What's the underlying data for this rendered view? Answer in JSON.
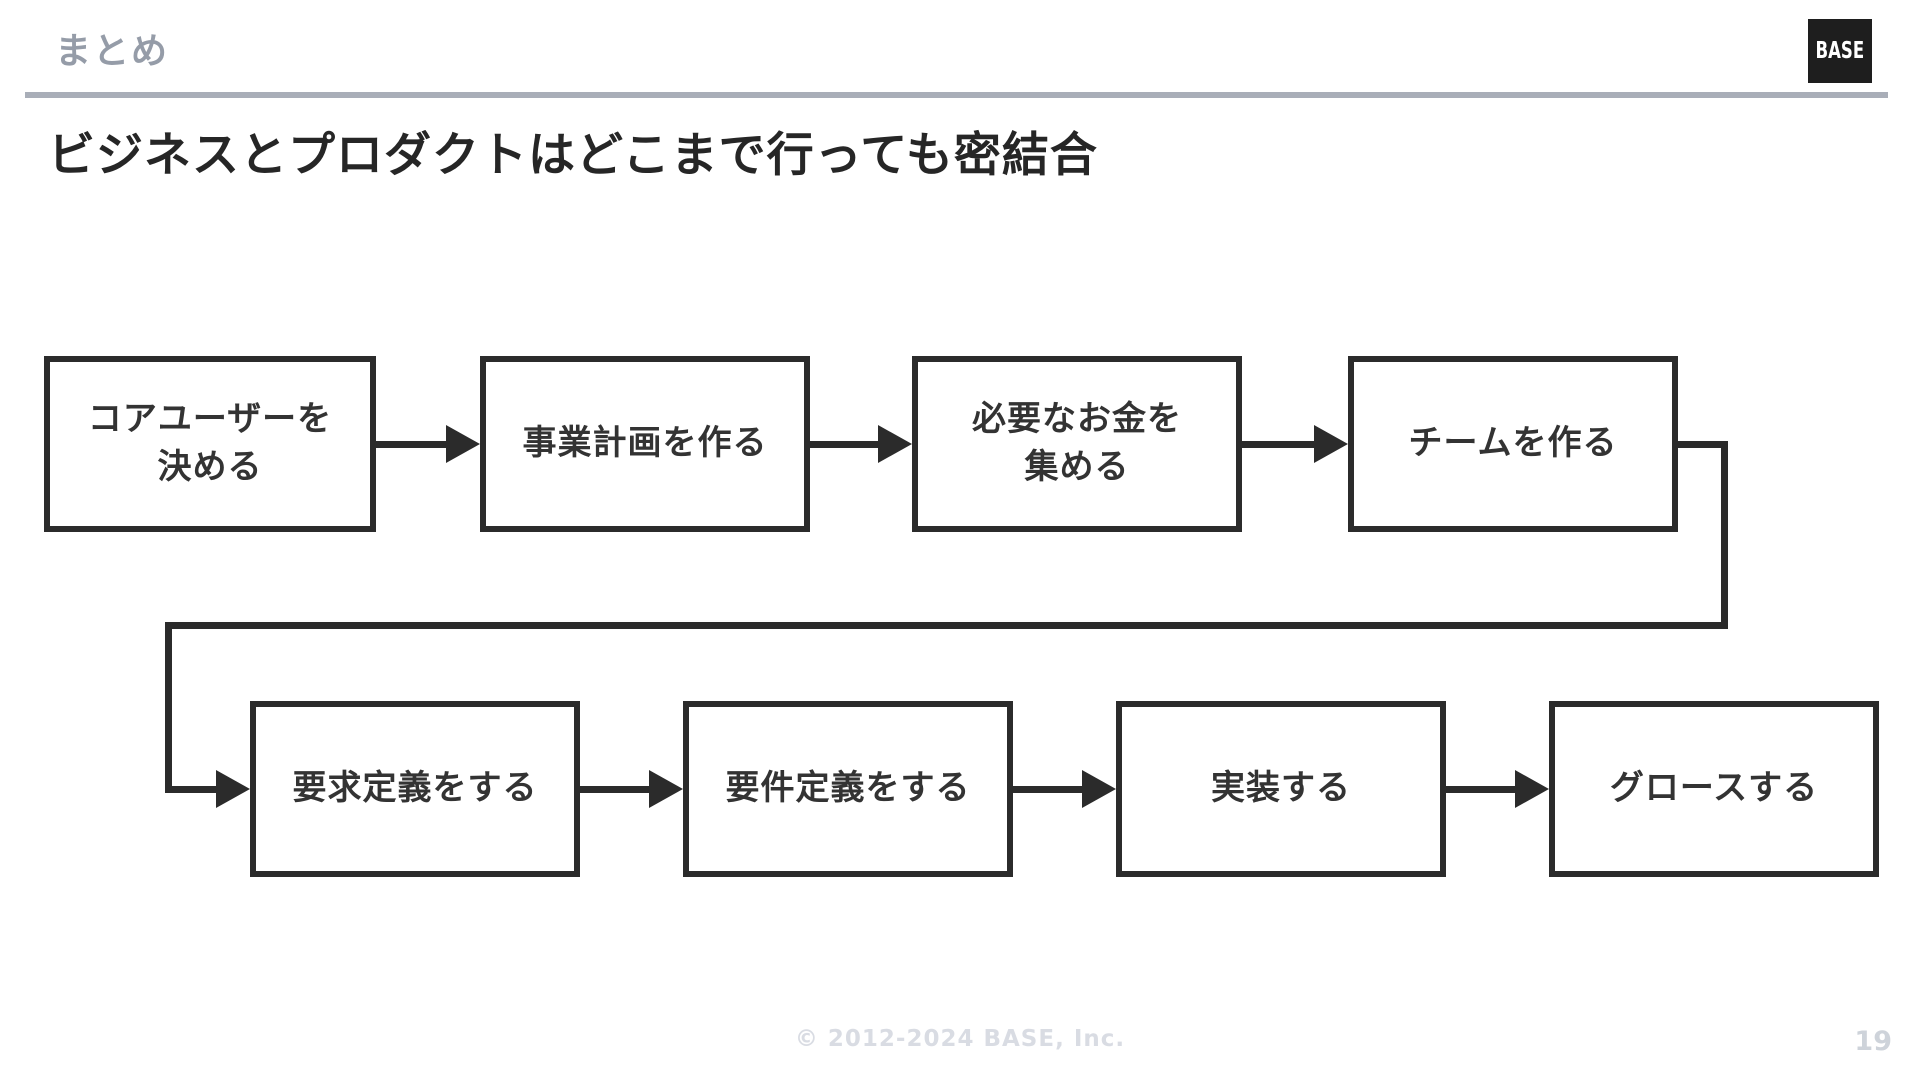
{
  "header": {
    "label": "まとめ",
    "logo_text": "BASE"
  },
  "title": "ビジネスとプロダクトはどこまで行っても密結合",
  "flow": {
    "row1": [
      {
        "label": "コアユーザーを\n決める"
      },
      {
        "label": "事業計画を作る"
      },
      {
        "label": "必要なお金を\n集める"
      },
      {
        "label": "チームを作る"
      }
    ],
    "row2": [
      {
        "label": "要求定義をする"
      },
      {
        "label": "要件定義をする"
      },
      {
        "label": "実装する"
      },
      {
        "label": "グロースする"
      }
    ]
  },
  "footer": {
    "copyright": "© 2012-2024 BASE, Inc.",
    "page_number": "19"
  },
  "colors": {
    "header_label": "#959ca8",
    "divider": "#a9aeb8",
    "title_text": "#262626",
    "box_border": "#2b2b2b",
    "box_text": "#333333",
    "logo_bg": "#1e1e1e",
    "footer_text": "#d9dce3",
    "page_number_text": "#ced3da"
  }
}
